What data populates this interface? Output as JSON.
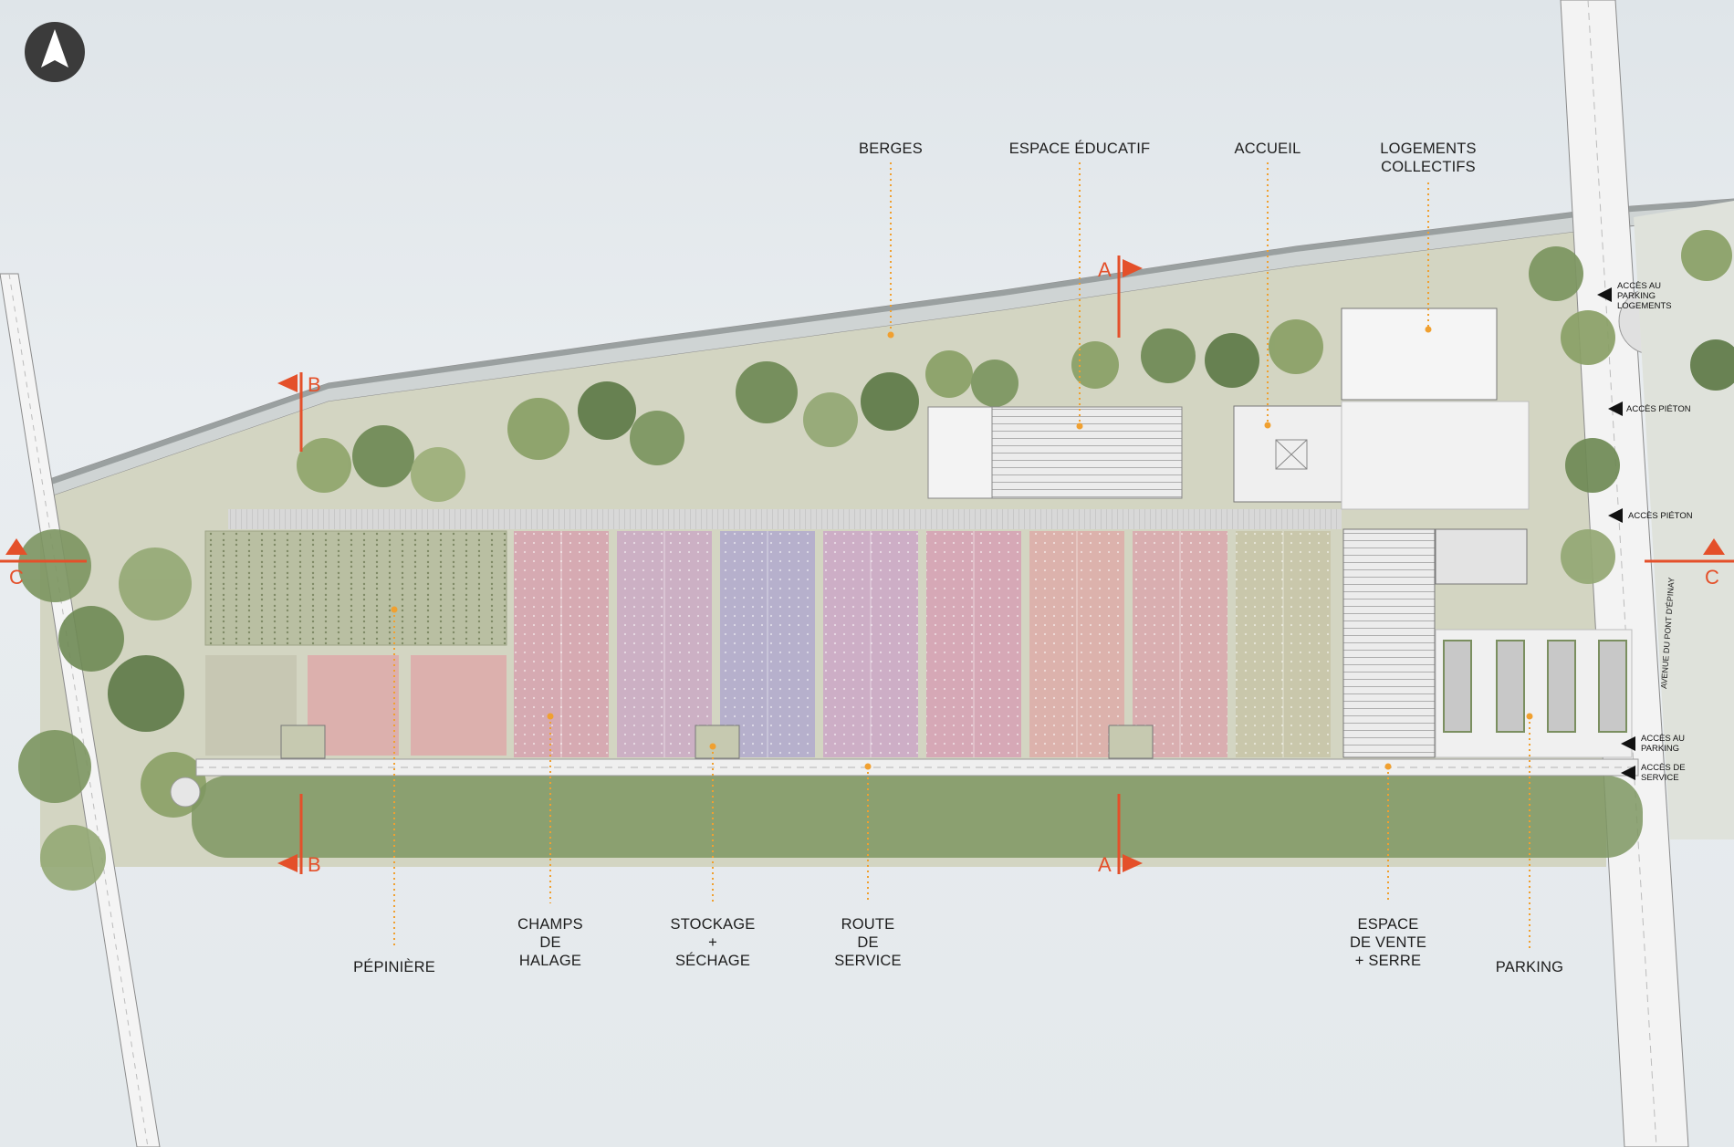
{
  "colors": {
    "background": "#e6ebee",
    "leader": "#f0a030",
    "section_marker": "#e4502a",
    "grass": "#c9cbb1",
    "path": "#d9dada",
    "building": "#f3f3f3"
  },
  "north_arrow": {
    "icon": "north-arrow-icon"
  },
  "program_labels": {
    "berges": "BERGES",
    "espace_educatif": "ESPACE ÉDUCATIF",
    "accueil": "ACCUEIL",
    "logements_1": "LOGEMENTS",
    "logements_2": "COLLECTIFS",
    "pepiniere": "PÉPINIÈRE",
    "champs_1": "CHAMPS",
    "champs_2": "DE",
    "champs_3": "HALAGE",
    "stockage_1": "STOCKAGE",
    "stockage_2": "+",
    "stockage_3": "SÉCHAGE",
    "route_1": "ROUTE",
    "route_2": "DE",
    "route_3": "SERVICE",
    "vente_1": "ESPACE",
    "vente_2": "DE VENTE",
    "vente_3": "+ SERRE",
    "parking": "PARKING"
  },
  "access_labels": {
    "logements_1": "ACCÈS AU",
    "logements_2": "PARKING",
    "logements_3": "LOGEMENTS",
    "pieton_1": "ACCÈS PIÉTON",
    "pieton_2": "ACCÈS PIÉTON",
    "parking_1": "ACCÈS AU",
    "parking_2": "PARKING",
    "service_1": "ACCÈS DE",
    "service_2": "SERVICE"
  },
  "street_name": "AVENUE DU PONT D'ÉPINAY",
  "section_markers": {
    "a_top": "A",
    "a_bottom": "A",
    "b_top": "B",
    "b_bottom": "B",
    "c_left": "C",
    "c_right": "C"
  },
  "field_colors": [
    "#d6aab2",
    "#ccb0c4",
    "#b6b0cc",
    "#cdaec6",
    "#d6a8b6",
    "#dcb2ac",
    "#d9aeb0",
    "#c9c7ab"
  ]
}
